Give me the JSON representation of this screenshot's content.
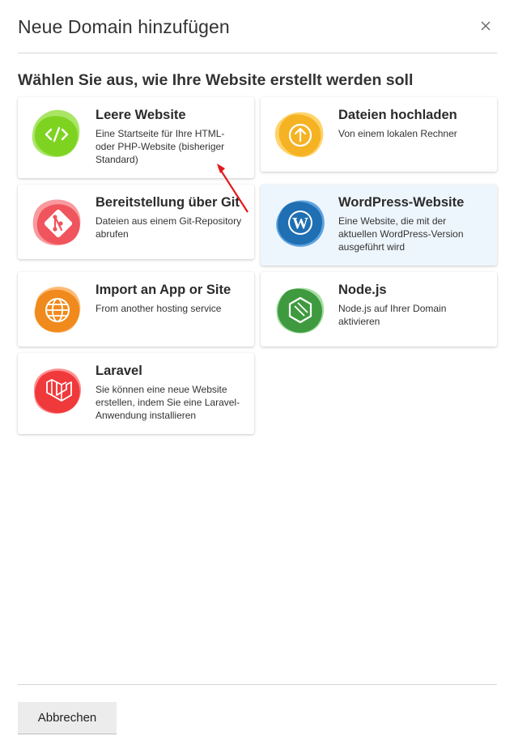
{
  "dialog": {
    "title": "Neue Domain hinzufügen",
    "subtitle": "Wählen Sie aus, wie Ihre Website erstellt werden soll"
  },
  "options": [
    {
      "title": "Leere Website",
      "description": "Eine Startseite für Ihre HTML- oder PHP-Website (bisheriger Standard)",
      "icon": "code-icon",
      "color": "#7ed321"
    },
    {
      "title": "Dateien hochladen",
      "description": "Von einem lokalen Rechner",
      "icon": "upload-icon",
      "color": "#f5a623"
    },
    {
      "title": "Bereitstellung über Git",
      "description": "Dateien aus einem Git-Repository abrufen",
      "icon": "git-icon",
      "color": "#f0545c"
    },
    {
      "title": "WordPress-Website",
      "description": "Eine Website, die mit der aktuellen WordPress-Version ausgeführt wird",
      "icon": "wordpress-icon",
      "color": "#1f6fb2"
    },
    {
      "title": "Import an App or Site",
      "description": "From another hosting service",
      "icon": "globe-icon",
      "color": "#f08a1c"
    },
    {
      "title": "Node.js",
      "description": "Node.js auf Ihrer Domain aktivieren",
      "icon": "nodejs-icon",
      "color": "#3f9a3f"
    },
    {
      "title": "Laravel",
      "description": "Sie können eine neue Website erstellen, indem Sie eine Laravel-Anwendung installieren",
      "icon": "laravel-icon",
      "color": "#f0393b"
    }
  ],
  "footer": {
    "cancel_label": "Abbrechen"
  },
  "annotation": {
    "arrow_color": "#e3191c"
  }
}
